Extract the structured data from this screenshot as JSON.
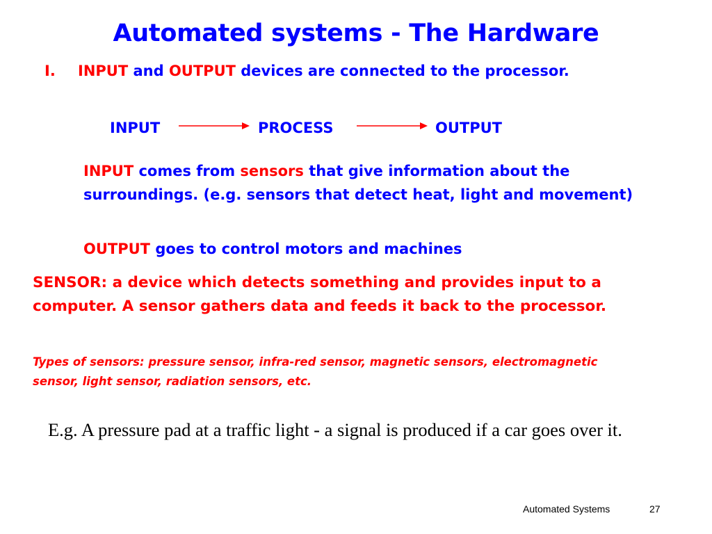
{
  "slide": {
    "title": "Automated systems - The Hardware",
    "point1": {
      "number": "I.",
      "input_word": "INPUT",
      "and_word": "and",
      "output_word": "OUTPUT",
      "rest": "devices are connected to the processor."
    },
    "flow": {
      "input": "INPUT",
      "process": "PROCESS",
      "output": "OUTPUT"
    },
    "input_desc": {
      "lead": "INPUT",
      "part1": "comes from",
      "sensors": "sensors",
      "part2": "that give information about the surroundings. (e.g. sensors that detect heat, light and movement)"
    },
    "output_desc": {
      "lead": "OUTPUT",
      "rest": "goes to control motors and machines"
    },
    "sensor_definition": "SENSOR: a device which detects something and provides input to a computer. A sensor gathers data and feeds it back to the processor.",
    "sensor_types": "Types of sensors: pressure sensor, infra-red sensor, magnetic sensors, electromagnetic sensor, light sensor, radiation sensors, etc.",
    "example": "E.g. A pressure pad at a traffic light - a signal is produced if a car goes over it.",
    "footer": {
      "label": "Automated Systems",
      "page_number": "27"
    },
    "colors": {
      "blue": "#0000ff",
      "red": "#ff0000",
      "arrow": "#ff0000"
    }
  }
}
